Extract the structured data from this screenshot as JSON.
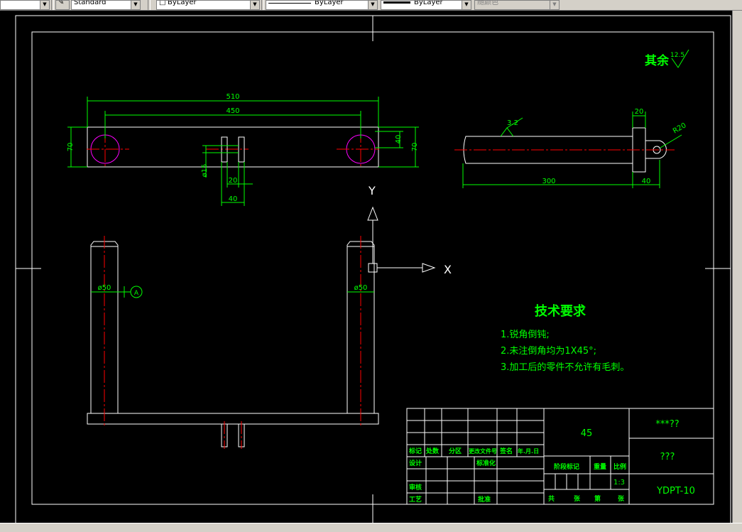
{
  "toolbar": {
    "layer_value": "",
    "textstyle_value": "Standard",
    "color_value": "ByLayer",
    "linetype_value": "ByLayer",
    "lineweight_value": "ByLayer",
    "plotstyle_value": "随颜色"
  },
  "drawing": {
    "dims_top": {
      "d510": "510",
      "d450": "450",
      "d70_left": "70",
      "d70_right": "70",
      "d40_right": "40",
      "d20": "20",
      "d40_bottom": "40",
      "phi15": "ø15"
    },
    "dims_side": {
      "d300": "300",
      "d40": "40",
      "d20": "20",
      "r20": "R20",
      "roughness": "3.2"
    },
    "dims_front": {
      "phi50_left": "ø50",
      "phi50_right": "ø50",
      "datum": "A"
    },
    "roughness_note": {
      "label": "其余",
      "value": "12.5"
    },
    "ucs": {
      "x": "X",
      "y": "Y"
    },
    "tech_req": {
      "title": "技术要求",
      "items": [
        "1.锐角倒钝;",
        "2.未注倒角均为1X45°;",
        "3.加工后的零件不允许有毛刺。"
      ]
    },
    "title_block": {
      "material": "45",
      "title_top": "***??",
      "title_mid": "???",
      "drawing_no": "YDPT-10",
      "scale": "1:3",
      "headers": {
        "mark": "标记",
        "count": "处数",
        "zone": "分区",
        "doc_no": "更改文件号",
        "signature": "签名",
        "date": "年.月.日"
      },
      "design": "设计",
      "standardize": "标准化",
      "stage_mark": "阶段标记",
      "weight": "重量",
      "scale_label": "比例",
      "review": "审核",
      "process": "工艺",
      "approve": "批准",
      "total": "共",
      "sheets": "张",
      "sheet_no": "第",
      "sheet_unit": "张"
    }
  }
}
